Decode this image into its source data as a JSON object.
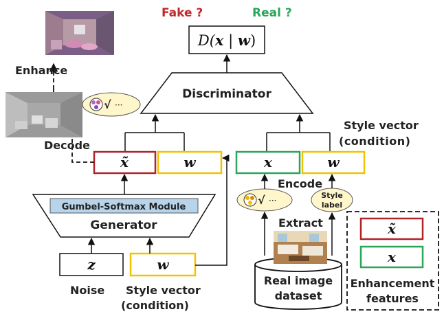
{
  "header": {
    "fake": "Fake ?",
    "real": "Real ?",
    "fake_color": "#c0282c",
    "real_color": "#2aa65a"
  },
  "d_box": {
    "prefix": "D(",
    "x": "x",
    "bar": " | ",
    "w": "w",
    "suffix": ")"
  },
  "discriminator": "Discriminator",
  "generator": {
    "module": "Gumbel-Softmax Module",
    "label": "Generator"
  },
  "left_pair": {
    "xtilde": "x̃",
    "w": "w"
  },
  "right_pair": {
    "x": "x",
    "w": "w"
  },
  "inputs": {
    "z": "z",
    "w": "w",
    "noise": "Noise",
    "style_line1": "Style vector",
    "style_line2": "(condition)"
  },
  "right_labels": {
    "style_line1": "Style vector",
    "style_line2": "(condition)",
    "encode": "Encode",
    "extract": "Extract",
    "style_label_1": "Style",
    "style_label_2": "label"
  },
  "left_labels": {
    "enhance": "Enhance",
    "decode": "Decode"
  },
  "token": {
    "check": "√",
    "dots": "···"
  },
  "dataset": {
    "line1": "Real image",
    "line2": "dataset"
  },
  "legend": {
    "xtilde": "x̃",
    "x": "x",
    "line1": "Enhancement",
    "line2": "features"
  },
  "colors": {
    "red": "#b22229",
    "yellow": "#f2c200",
    "green": "#2aa65a",
    "module_fill": "#b7d4ea"
  }
}
